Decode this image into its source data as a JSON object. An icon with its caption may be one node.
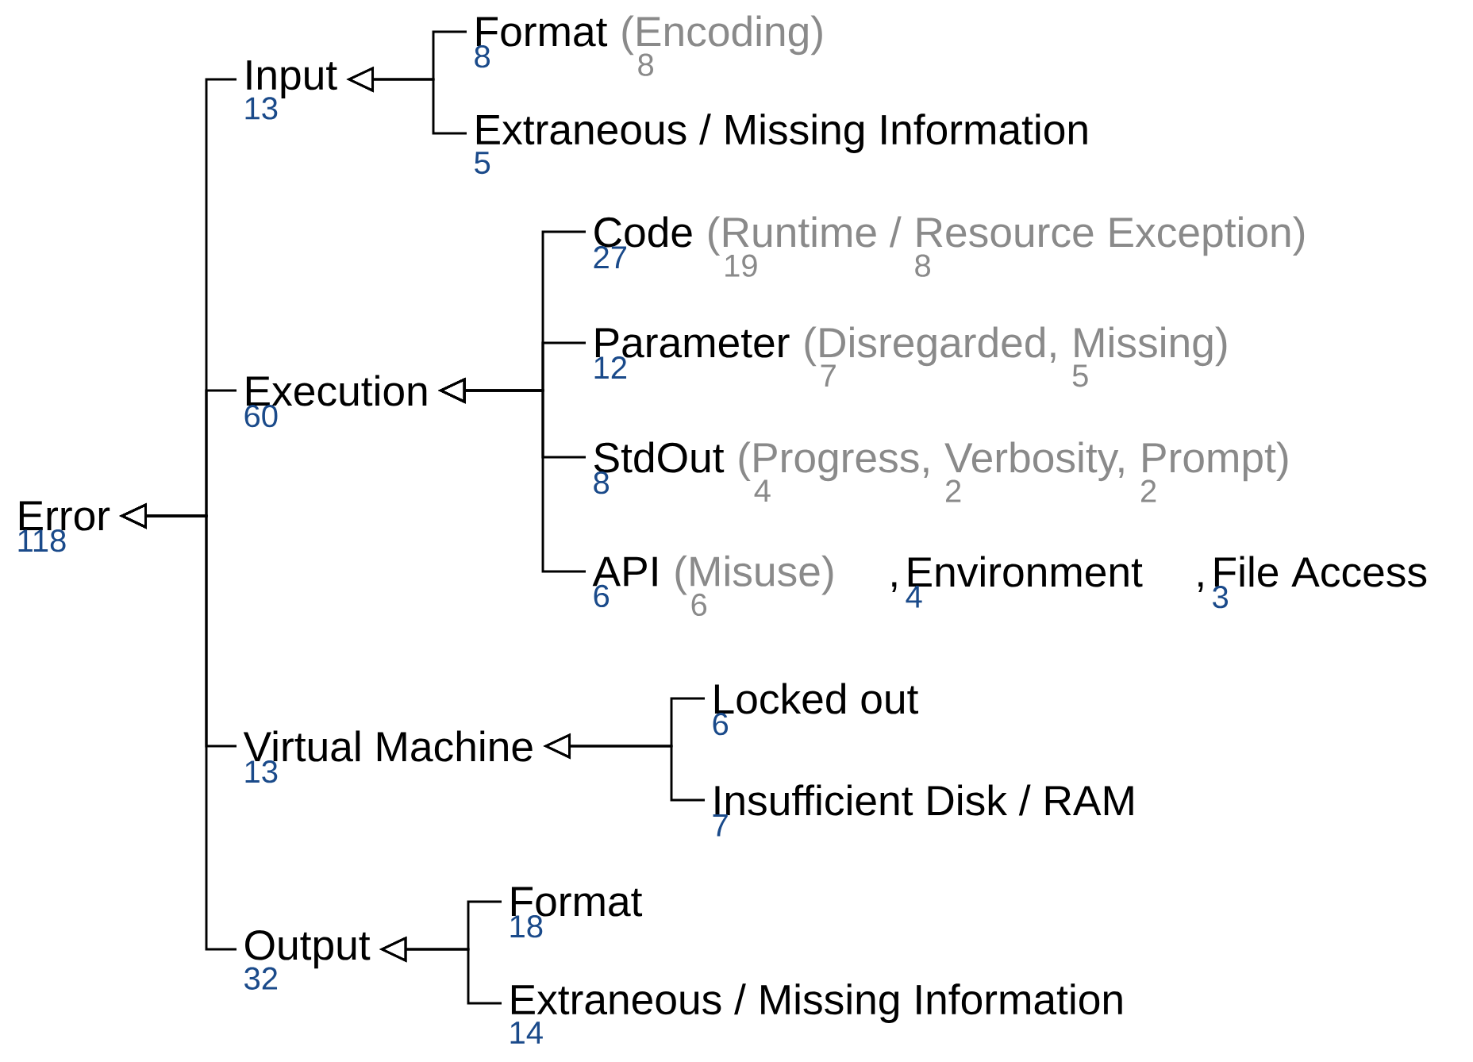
{
  "diagram": {
    "nodes": [
      {
        "text": [
          "Error",
          "118"
        ]
      },
      {
        "text": [
          "Input",
          "13"
        ]
      },
      {
        "text": [
          "Format",
          "8"
        ],
        "beside": [
          "(Encoding)",
          "8"
        ]
      },
      {
        "text": [
          "Extraneous / Missing Information",
          "5"
        ]
      },
      {
        "text": [
          "Execution",
          "60"
        ]
      },
      {
        "text": [
          "Code",
          "27"
        ],
        "beside": [
          "(Runtime /",
          "19",
          "Resource Exception)",
          "8"
        ]
      },
      {
        "text": [
          "Parameter",
          "12"
        ],
        "beside": [
          "(Disregarded,",
          "7",
          "Missing)",
          "5"
        ]
      },
      {
        "text": [
          "StdOut",
          "8"
        ],
        "beside": [
          "(Progress,",
          "4",
          "Verbosity,",
          "2",
          "Prompt)",
          "2"
        ]
      },
      {
        "text": [
          "API",
          "6"
        ],
        "beside": [
          "(Misuse)",
          "6"
        ]
      },
      {
        "text": [
          "Environment",
          "4"
        ]
      },
      {
        "text": [
          "File Access",
          "3"
        ]
      },
      {
        "text": [
          "Virtual Machine",
          "13"
        ]
      },
      {
        "text": [
          "Locked out",
          "6"
        ]
      },
      {
        "text": [
          "Insufficient Disk / RAM",
          "7"
        ]
      },
      {
        "text": [
          "Output",
          "32"
        ]
      },
      {
        "text": [
          "Format",
          "18"
        ]
      },
      {
        "text": [
          "Extraneous / Missing Information",
          "14"
        ]
      }
    ],
    "edges": [
      {
        "from": 1,
        "to": 0,
        "arrow": "to"
      },
      {
        "from": 4,
        "to": 0,
        "arrow": "to"
      },
      {
        "from": 11,
        "to": 0,
        "arrow": "to"
      },
      {
        "from": 14,
        "to": 0,
        "arrow": "to"
      },
      {
        "from": 2,
        "to": 1,
        "arrow": "to"
      },
      {
        "from": 3,
        "to": 1,
        "arrow": "to"
      },
      {
        "from": 5,
        "to": 4,
        "arrow": "to"
      },
      {
        "from": 6,
        "to": 4,
        "arrow": "to"
      },
      {
        "from": 7,
        "to": 4,
        "arrow": "to"
      },
      {
        "from": 8,
        "to": 4,
        "arrow": "to"
      },
      {
        "from": 12,
        "to": 11,
        "arrow": "to"
      },
      {
        "from": 13,
        "to": 11,
        "arrow": "to"
      },
      {
        "from": 15,
        "to": 14,
        "arrow": "to"
      },
      {
        "from": 16,
        "to": 14,
        "arrow": "to"
      }
    ],
    "labels": [
      ",",
      ","
    ]
  }
}
